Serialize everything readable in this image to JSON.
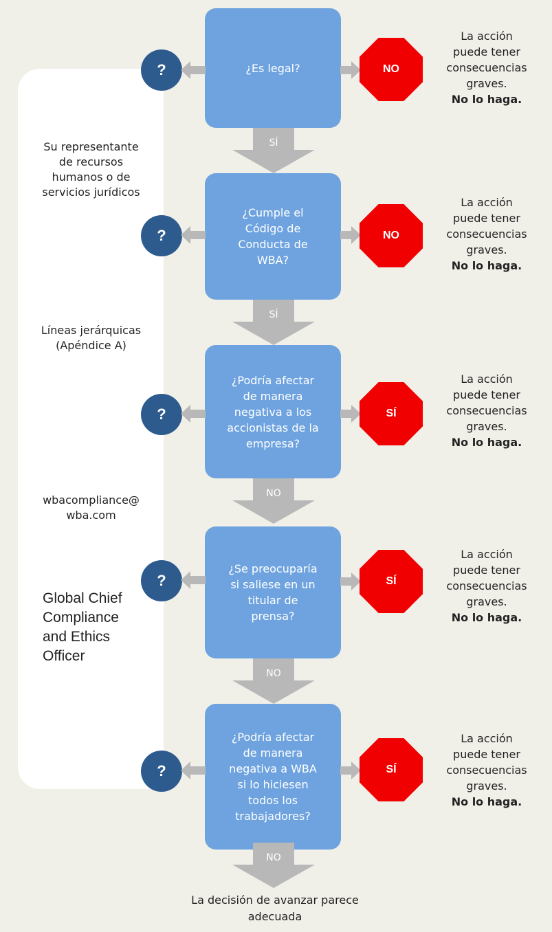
{
  "contacts": {
    "hr_legal": "Su representante\nde recursos\nhumanos o de\nservicios jurídicos",
    "lines": "Líneas jerárquicas\n(Apéndice A)",
    "email": "wbacompliance@\nwba.com",
    "officer": "Global Chief\nCompliance\nand Ethics\nOfficer"
  },
  "help_symbol": "?",
  "questions": [
    {
      "text": "¿Es legal?",
      "stop_label": "NO",
      "next_label": "SÍ"
    },
    {
      "text": "¿Cumple el\nCódigo de\nConducta de\nWBA?",
      "stop_label": "NO",
      "next_label": "SÍ"
    },
    {
      "text": "¿Podría afectar\nde manera\nnegativa a los\naccionistas de la\nempresa?",
      "stop_label": "SÍ",
      "next_label": "NO"
    },
    {
      "text": "¿Se preocuparía\nsi saliese en un\ntitular de\nprensa?",
      "stop_label": "SÍ",
      "next_label": "NO"
    },
    {
      "text": "¿Podría afectar\nde manera\nnegativa a WBA\nsi lo hiciesen\ntodos los\ntrabajadores?",
      "stop_label": "SÍ",
      "next_label": "NO"
    }
  ],
  "outcome": {
    "text": "La acción\npuede tener\nconsecuencias\ngraves.",
    "emphasis": "No lo haga."
  },
  "final": "La decisión de avanzar parece\nadecuada",
  "colors": {
    "background": "#f0efe8",
    "question_box": "#6ea3df",
    "help_circle": "#2e5b8e",
    "stop_sign": "#f00000",
    "arrow": "#b8b8b8"
  }
}
